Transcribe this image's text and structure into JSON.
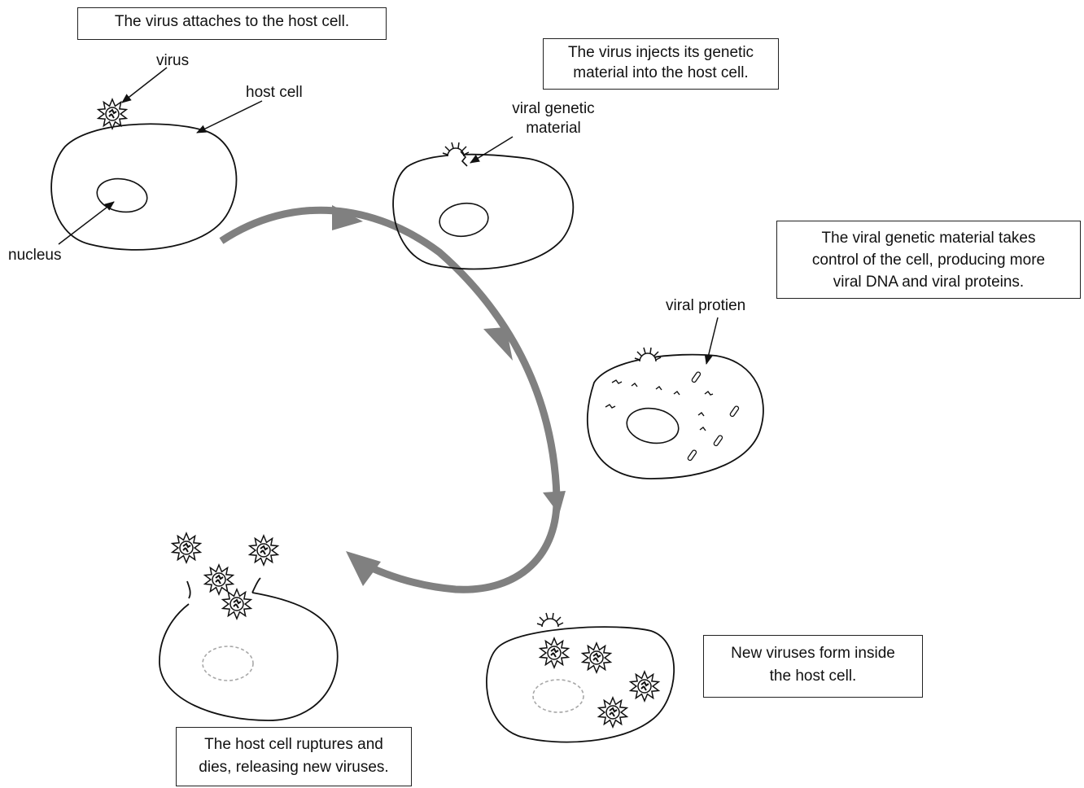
{
  "steps": {
    "attach": {
      "text": "The virus attaches to the host cell."
    },
    "inject": {
      "lines": [
        "The virus injects its genetic",
        "material into the host cell."
      ]
    },
    "control": {
      "lines": [
        "The viral genetic material takes",
        "control of the cell, producing more",
        "viral DNA and viral proteins."
      ]
    },
    "form": {
      "lines": [
        "New viruses form inside",
        "the host cell."
      ]
    },
    "rupture": {
      "lines": [
        "The host cell ruptures and",
        "dies, releasing new viruses."
      ]
    }
  },
  "labels": {
    "virus": "virus",
    "host_cell": "host cell",
    "nucleus": "nucleus",
    "viral_genetic_material": [
      "viral genetic",
      "material"
    ],
    "viral_protein": "viral protien"
  },
  "colors": {
    "outline": "#111111",
    "cycle_arrow": "#808080",
    "faded_nucleus": "#a8a8a8"
  },
  "icons": {
    "virus": "spiky-virus-icon",
    "arrow": "cycle-arrow-icon"
  }
}
